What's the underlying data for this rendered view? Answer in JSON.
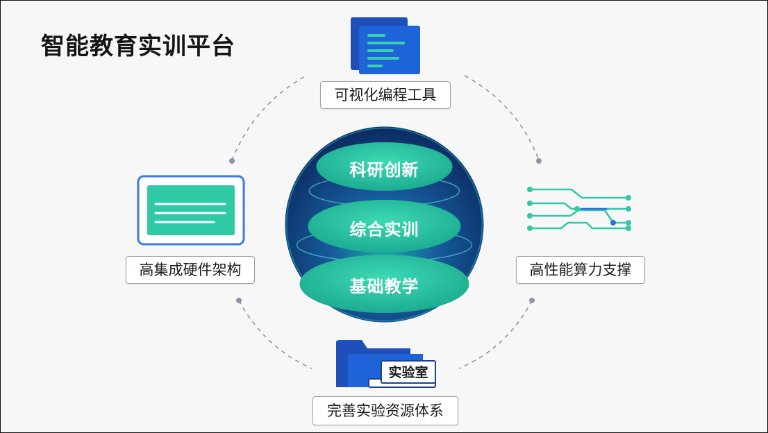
{
  "title": "智能教育实训平台",
  "nodes": {
    "top": {
      "label": "可视化编程工具",
      "icon": "code-editor-icon"
    },
    "right": {
      "label": "高性能算力支撑",
      "icon": "circuit-traces-icon"
    },
    "bottom": {
      "label": "完善实验资源体系",
      "icon": "folder-icon",
      "tag": "实验室"
    },
    "left": {
      "label": "高集成硬件架构",
      "icon": "hardware-panel-icon"
    }
  },
  "core": {
    "layers": [
      "科研创新",
      "综合实训",
      "基础教学"
    ]
  },
  "colors": {
    "accent_teal": "#2fc9a5",
    "accent_blue": "#1f63d8",
    "sphere_dark": "#0c2d63",
    "dash": "#8c94a6"
  }
}
